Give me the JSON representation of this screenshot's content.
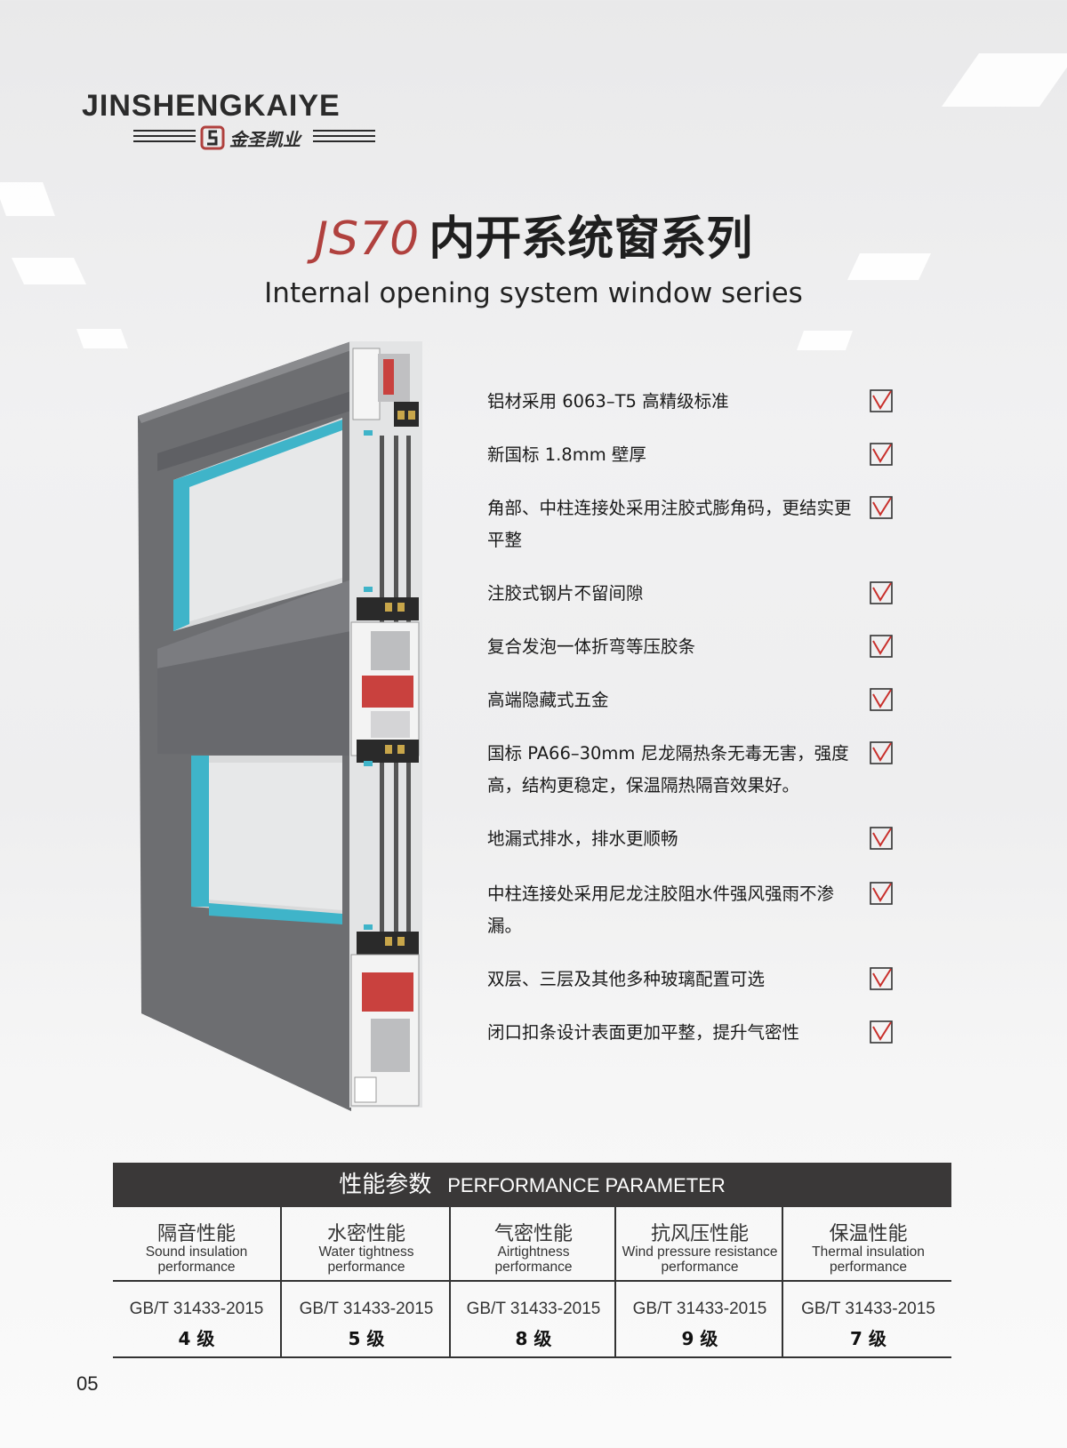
{
  "brand": {
    "name": "JINSHENGKAIYE",
    "chinese_name": "金圣凯业"
  },
  "title": {
    "model": "JS70",
    "chinese": "内开系统窗系列",
    "english": "Internal opening system window series"
  },
  "features": [
    {
      "text": "铝材采用 6063–T5 高精级标准"
    },
    {
      "text": "新国标 1.8mm 壁厚"
    },
    {
      "text": "角部、中柱连接处采用注胶式膨角码，更结实更平整"
    },
    {
      "text": "注胶式钢片不留间隙"
    },
    {
      "text": "复合发泡一体折弯等压胶条"
    },
    {
      "text": "高端隐藏式五金"
    },
    {
      "text": "国标 PA66–30mm 尼龙隔热条无毒无害，强度高，结构更稳定，保温隔热隔音效果好。"
    },
    {
      "text": "地漏式排水，排水更顺畅"
    },
    {
      "text": "中柱连接处采用尼龙注胶阻水件强风强雨不渗漏。"
    },
    {
      "text": "双层、三层及其他多种玻璃配置可选"
    },
    {
      "text": "闭口扣条设计表面更加平整，提升气密性"
    }
  ],
  "performance": {
    "title_cn": "性能参数",
    "title_en": "PERFORMANCE PARAMETER",
    "columns": [
      {
        "cn": "隔音性能",
        "en": "Sound insulation performance",
        "standard": "GB/T 31433-2015",
        "grade": "4 级"
      },
      {
        "cn": "水密性能",
        "en": "Water tightness performance",
        "standard": "GB/T 31433-2015",
        "grade": "5 级"
      },
      {
        "cn": "气密性能",
        "en": "Airtightness performance",
        "standard": "GB/T 31433-2015",
        "grade": "8 级"
      },
      {
        "cn": "抗风压性能",
        "en": "Wind pressure resistance performance",
        "standard": "GB/T 31433-2015",
        "grade": "9 级"
      },
      {
        "cn": "保温性能",
        "en": "Thermal insulation performance",
        "standard": "GB/T 31433-2015",
        "grade": "7 级"
      }
    ]
  },
  "page_number": "05",
  "colors": {
    "accent_red": "#b0413e",
    "profile_gray": "#6d6e71",
    "gasket_cyan": "#3fb4c9",
    "table_header": "#3a3838"
  }
}
